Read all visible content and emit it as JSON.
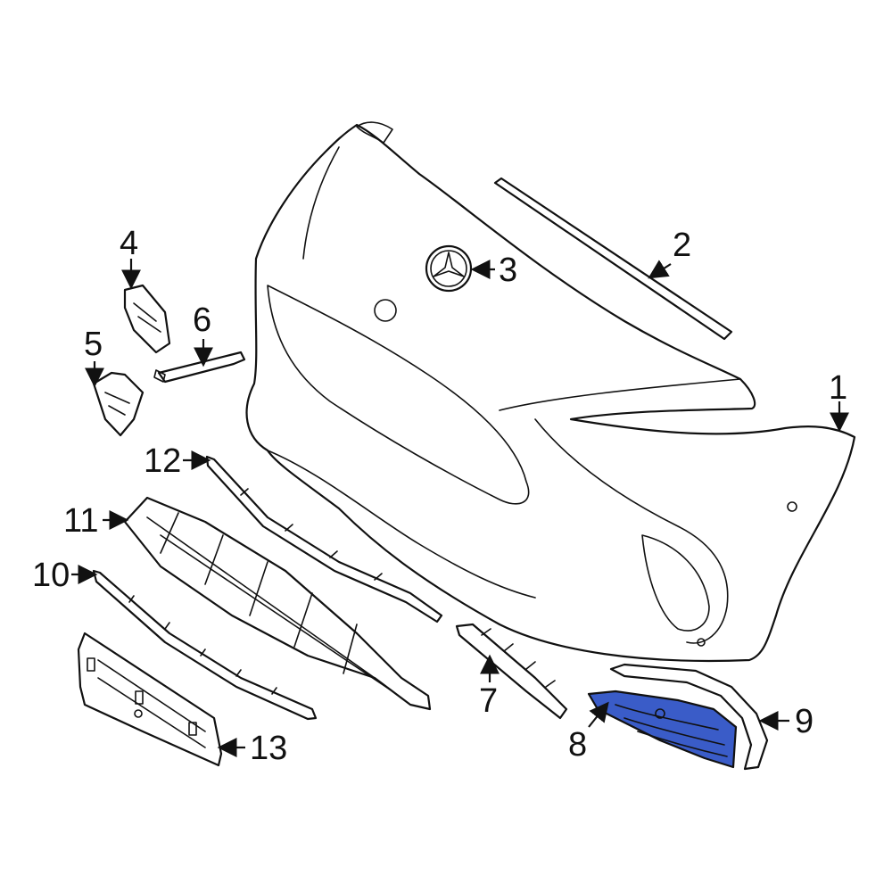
{
  "diagram": {
    "highlight_color": "#3a5cc8",
    "highlighted_part": "8",
    "callouts": [
      "1",
      "2",
      "3",
      "4",
      "5",
      "6",
      "7",
      "8",
      "9",
      "10",
      "11",
      "12",
      "13"
    ]
  }
}
